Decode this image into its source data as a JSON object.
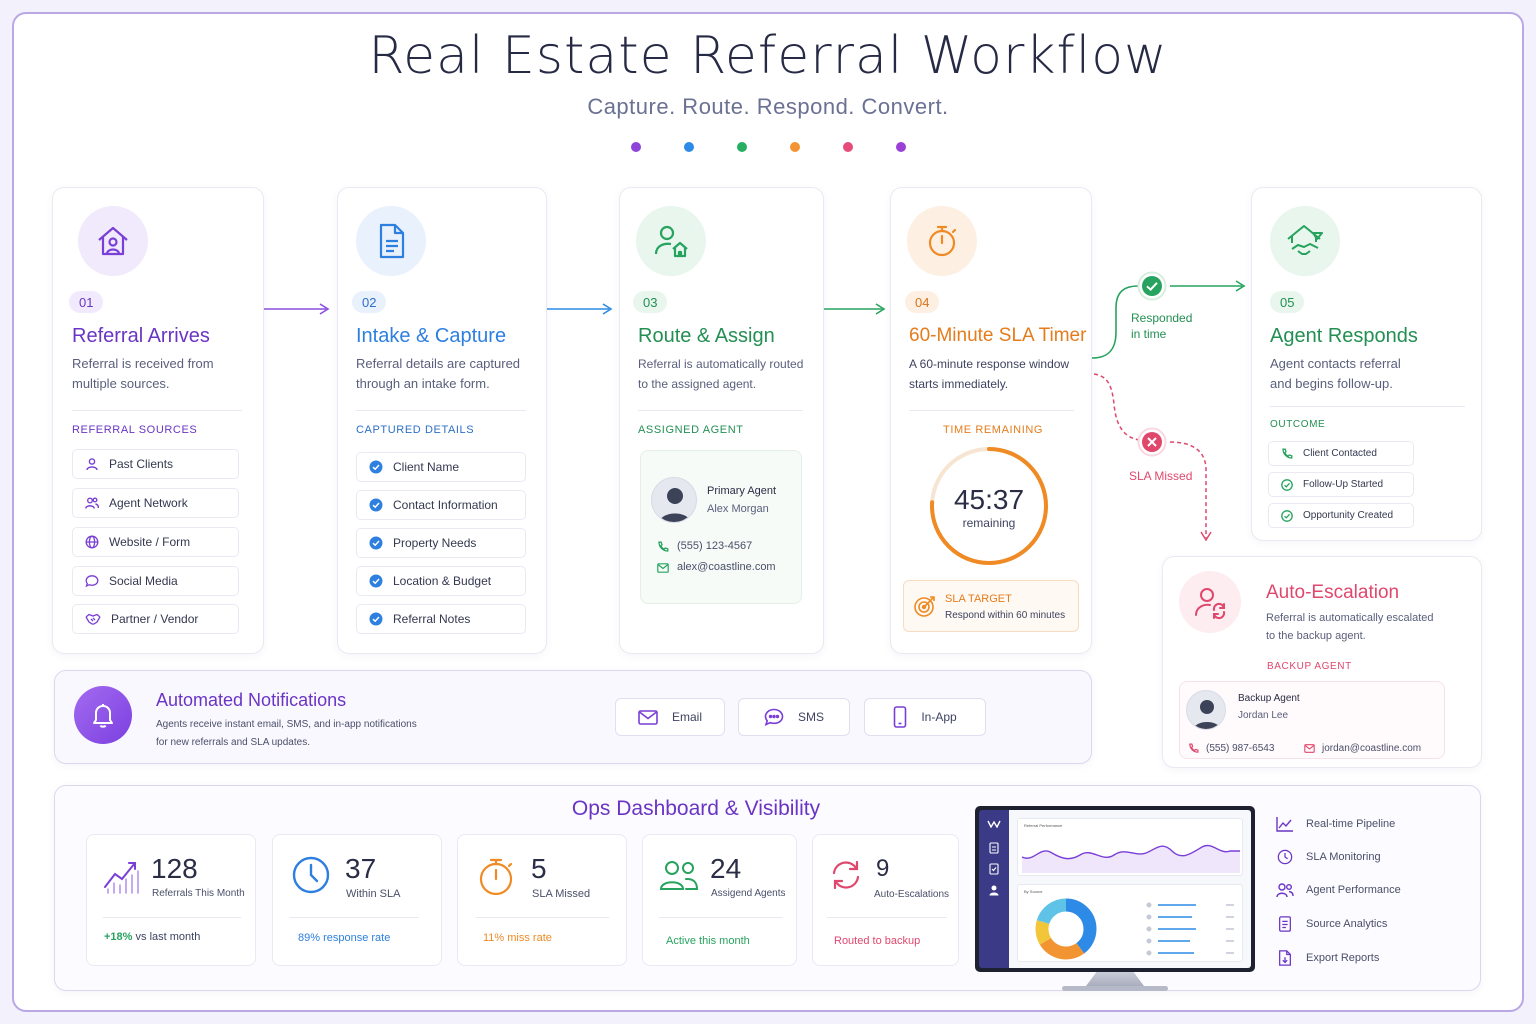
{
  "title": "Real Estate Referral Workflow",
  "subtitle": "Capture. Route. Respond. Convert.",
  "accent_dots": [
    "#8e44d8",
    "#2d8ae6",
    "#27ae60",
    "#f39433",
    "#e64b7a",
    "#9b40d6"
  ],
  "steps": {
    "s1": {
      "number": "01",
      "title": "Referral Arrives",
      "desc_l1": "Referral is received from",
      "desc_l2": "multiple sources.",
      "section": "REFERRAL SOURCES",
      "items": [
        "Past Clients",
        "Agent Network",
        "Website / Form",
        "Social Media",
        "Partner / Vendor"
      ],
      "color": "#7a3fd6"
    },
    "s2": {
      "number": "02",
      "title": "Intake & Capture",
      "desc_l1": "Referral details are captured",
      "desc_l2": "through an intake form.",
      "section": "CAPTURED DETAILS",
      "items": [
        "Client Name",
        "Contact Information",
        "Property Needs",
        "Location & Budget",
        "Referral Notes"
      ],
      "color": "#2d7fe0"
    },
    "s3": {
      "number": "03",
      "title": "Route & Assign",
      "desc_l1": "Referral is automatically routed",
      "desc_l2": "to the assigned agent.",
      "section": "ASSIGNED AGENT",
      "agent_role": "Primary Agent",
      "agent_name": "Alex Morgan",
      "phone": "(555) 123-4567",
      "email": "alex@coastline.com",
      "color": "#27a35f"
    },
    "s4": {
      "number": "04",
      "title": "60-Minute SLA Timer",
      "desc_l1": "A 60-minute response window",
      "desc_l2": "starts immediately.",
      "section": "TIME REMAINING",
      "time": "45:37",
      "time_label": "remaining",
      "target_label": "SLA TARGET",
      "target_desc": "Respond within 60 minutes",
      "timer_fraction": 0.76,
      "color": "#ef8a24"
    },
    "s5": {
      "number": "05",
      "title": "Agent Responds",
      "desc_l1": "Agent contacts referral",
      "desc_l2": "and begins follow-up.",
      "section": "OUTCOME",
      "items": [
        "Client Contacted",
        "Follow-Up Started",
        "Opportunity Created"
      ],
      "color": "#27a35f"
    }
  },
  "branch": {
    "responded_l1": "Responded",
    "responded_l2": "in time",
    "missed": "SLA Missed"
  },
  "escalation": {
    "title": "Auto-Escalation",
    "desc_l1": "Referral is automatically escalated",
    "desc_l2": "to the backup agent.",
    "section": "BACKUP AGENT",
    "agent_role": "Backup Agent",
    "agent_name": "Jordan Lee",
    "phone": "(555) 987-6543",
    "email": "jordan@coastline.com",
    "color": "#e0476d"
  },
  "notifications": {
    "title": "Automated Notifications",
    "desc_l1": "Agents receive instant email, SMS, and in-app notifications",
    "desc_l2": "for new referrals and SLA updates.",
    "channels": [
      "Email",
      "SMS",
      "In-App"
    ]
  },
  "dashboard": {
    "title": "Ops Dashboard & Visibility",
    "kpis": [
      {
        "value": "128",
        "label": "Referrals This Month",
        "sub_strong": "+18%",
        "sub": " vs last month",
        "color": "#27a35f"
      },
      {
        "value": "37",
        "label": "Within SLA",
        "sub_strong": "89%",
        "sub": " response rate",
        "color": "#2d7fe0"
      },
      {
        "value": "5",
        "label": "SLA Missed",
        "sub_strong": "11%",
        "sub": " miss rate",
        "color": "#ef8a24"
      },
      {
        "value": "24",
        "label": "Assigend Agents",
        "sub_strong": "",
        "sub": "Active this month",
        "color": "#27a35f"
      },
      {
        "value": "9",
        "label": "Auto-Escalations",
        "sub_strong": "",
        "sub": "Routed to backup",
        "color": "#e0476d"
      }
    ],
    "monitor_chart_title": "Referral Performance",
    "monitor_donut_title": "By Source",
    "features": [
      "Real-time Pipeline",
      "SLA Monitoring",
      "Agent Performance",
      "Source Analytics",
      "Export Reports"
    ]
  }
}
